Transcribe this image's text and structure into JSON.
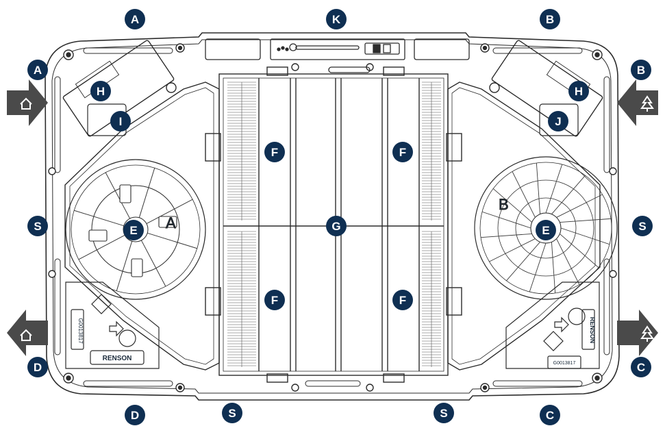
{
  "labels": {
    "a": "A",
    "b": "B",
    "c": "C",
    "d": "D",
    "e": "E",
    "f": "F",
    "g": "G",
    "h": "H",
    "i": "I",
    "j": "J",
    "k": "K",
    "s": "S"
  },
  "product_texts": {
    "brand": "RENSON",
    "serial": "G0013817",
    "label_left_wheel": "A",
    "label_right_wheel": "B"
  },
  "colors": {
    "badge": "#0f2f52",
    "arrow": "#4a4a4a",
    "line": "#2b2b2b",
    "light_line": "#6b6b6b"
  },
  "icons": {
    "indoor": "house-icon",
    "outdoor": "tree-icon"
  }
}
